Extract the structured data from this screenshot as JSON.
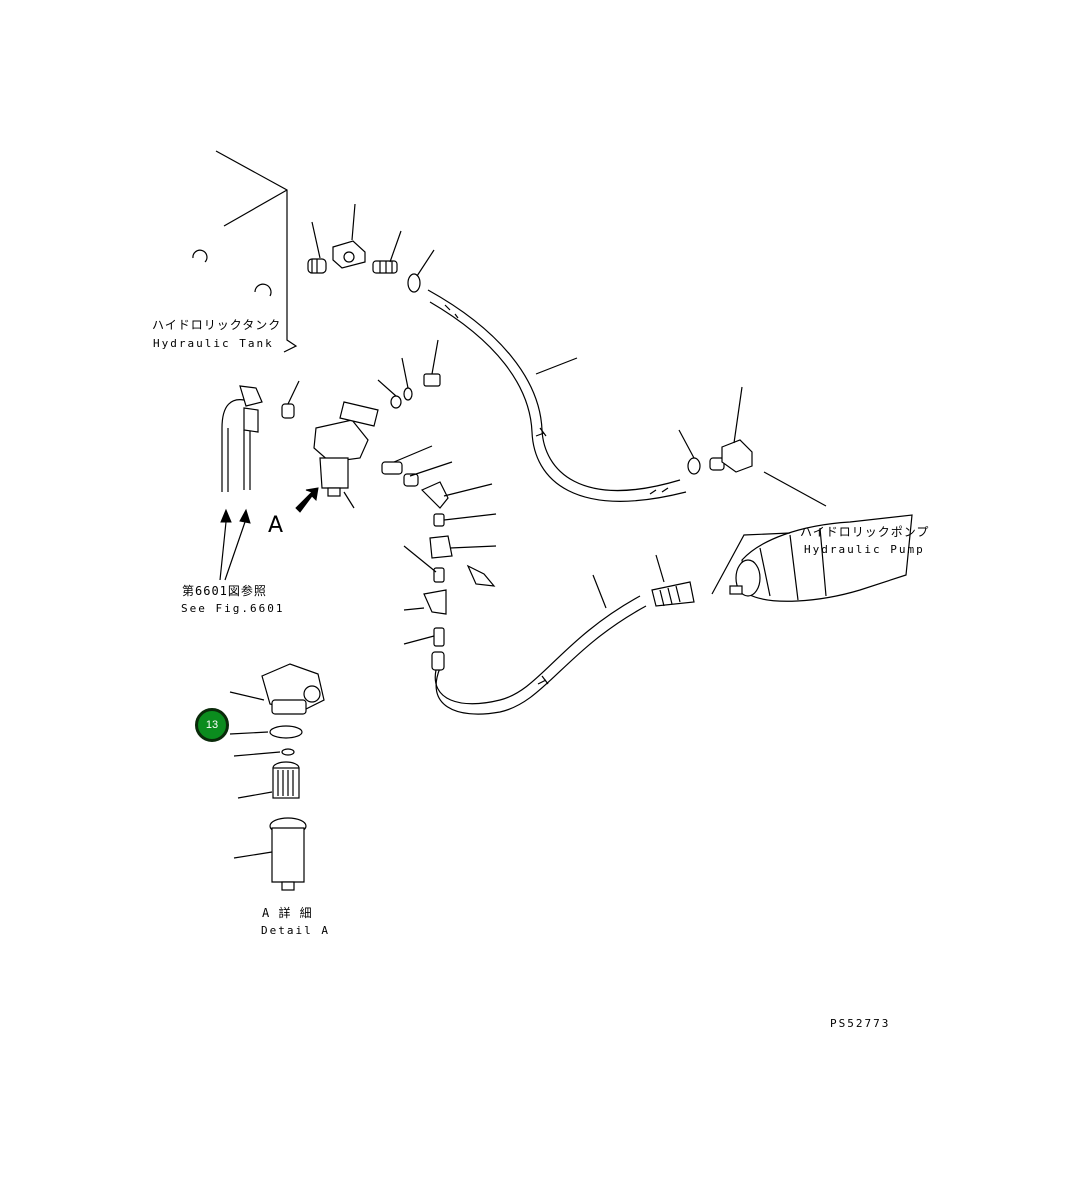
{
  "labels": {
    "tank_jp": "ハイドロリックタンク",
    "tank_en": "Hydraulic Tank",
    "pump_jp": "ハイドロリックポンプ",
    "pump_en": "Hydraulic Pump",
    "ref_jp": "第6601図参照",
    "ref_en": "See Fig.6601",
    "view_marker": "A",
    "detail_jp": "A 詳 細",
    "detail_en": "Detail A",
    "drawing_no": "PS52773"
  },
  "callout": {
    "number": "13",
    "color": "#0b8c1e"
  }
}
